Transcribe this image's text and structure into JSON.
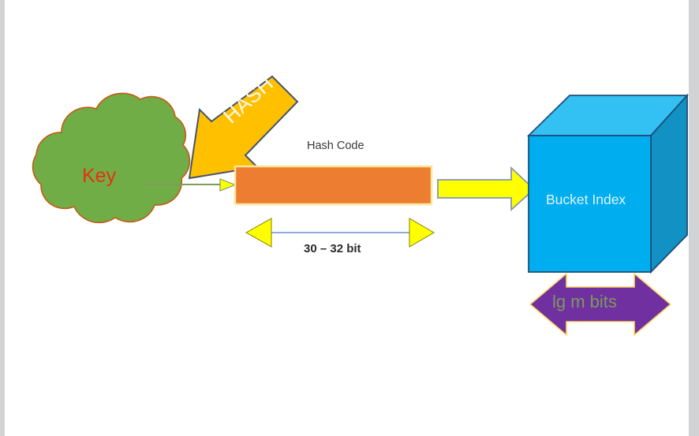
{
  "diagram": {
    "title_hidden": "",
    "nodes": {
      "key": {
        "label": "Key",
        "shape": "cloud",
        "fill": "#70AD47",
        "stroke": "#C55A11",
        "text_color": "#E8320C"
      },
      "hash_arrow": {
        "label": "HASH",
        "shape": "block-arrow-down-left",
        "fill": "#FFC000",
        "stroke": "#44546A",
        "text_color": "#FFFFFF"
      },
      "hash_code_bar": {
        "label": "Hash Code",
        "shape": "rectangle",
        "fill": "#ED7D31",
        "stroke": "#FFE699",
        "text_color": "#3A3A3A"
      },
      "bucket_index": {
        "label": "Bucket Index",
        "shape": "cube",
        "fill_front": "#00AEEF",
        "fill_top": "#33C0F2",
        "fill_side": "#1191C4",
        "stroke": "#1F4E79",
        "text_color": "#DFF3FB"
      }
    },
    "measures": {
      "hash_width": {
        "label": "30 – 32 bit",
        "style": "double-headed-arrow",
        "arrow_fill": "#FFFF00",
        "arrow_stroke": "#808000",
        "line_color": "#8FAADC"
      },
      "bucket_width": {
        "label": "lg m bits",
        "style": "block-double-arrow",
        "fill": "#7030A0",
        "stroke": "#FFD966",
        "text_color": "#7B9A5C"
      }
    },
    "connectors": {
      "key_to_hashcode": {
        "style": "thin-line-with-arrowhead",
        "line_color": "#7F9B5E",
        "arrow_fill": "#FFFF00"
      },
      "hashcode_to_bucket": {
        "style": "block-arrow-right",
        "fill": "#FFFF00",
        "stroke": "#8497B0"
      }
    },
    "frame": {
      "page_background": "#FFFFFF",
      "edge_strip_color": "#D2D3D4"
    }
  }
}
